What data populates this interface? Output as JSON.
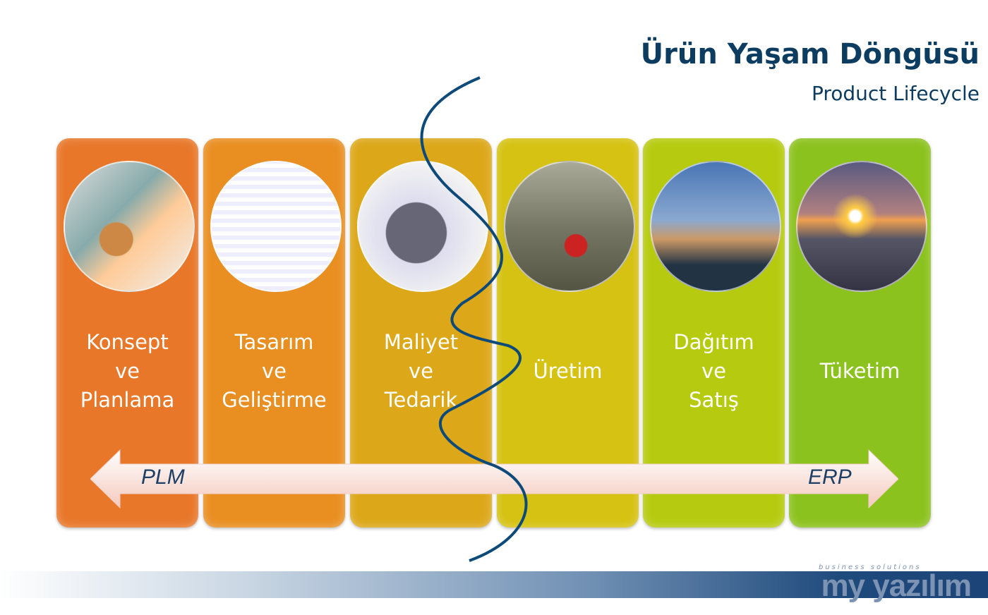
{
  "title": "Ürün Yaşam Döngüsü",
  "subtitle": "Product Lifecycle",
  "stages": [
    {
      "lines": [
        "Konsept",
        "ve",
        "Planlama"
      ],
      "color": "#e8772a",
      "image": "fashion-design-software"
    },
    {
      "lines": [
        "Tasarım",
        "ve",
        "Geliştirme"
      ],
      "color": "#e98f22",
      "image": "spreadsheet"
    },
    {
      "lines": [
        "Maliyet",
        "ve",
        "Tedarik"
      ],
      "color": "#dca81a",
      "image": "calculator"
    },
    {
      "lines": [
        "Üretim"
      ],
      "color": "#d6c212",
      "image": "factory"
    },
    {
      "lines": [
        "Dağıtım",
        "ve",
        "Satış"
      ],
      "color": "#b6cb10",
      "image": "port-cranes"
    },
    {
      "lines": [
        "Tüketim"
      ],
      "color": "#8cc21e",
      "image": "sunset"
    }
  ],
  "arrow": {
    "left": "PLM",
    "right": "ERP"
  },
  "logo": {
    "name": "my yazılım",
    "tagline": "business solutions"
  }
}
